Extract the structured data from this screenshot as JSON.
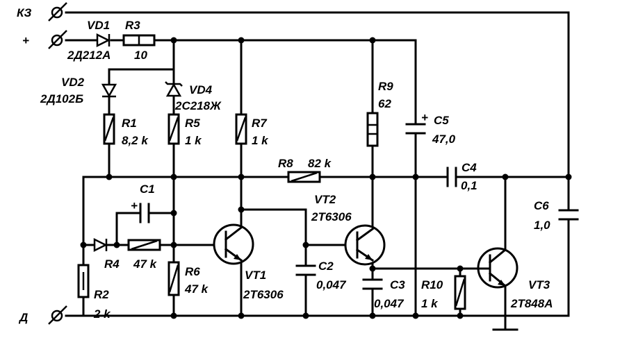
{
  "terminals": {
    "kz": "КЗ",
    "plus": "+",
    "d": "Д"
  },
  "components": {
    "vd1": {
      "ref": "VD1",
      "part": "2Д212А"
    },
    "r3": {
      "ref": "R3",
      "value": "10"
    },
    "vd2": {
      "ref": "VD2",
      "part": "2Д102Б"
    },
    "vd4": {
      "ref": "VD4",
      "part": "2С218Ж"
    },
    "r1": {
      "ref": "R1",
      "value": "8,2 k"
    },
    "r5": {
      "ref": "R5",
      "value": "1 k"
    },
    "r7": {
      "ref": "R7",
      "value": "1 k"
    },
    "r9": {
      "ref": "R9",
      "value": "62"
    },
    "c5": {
      "ref": "C5",
      "value": "47,0",
      "polarity": "+"
    },
    "r8": {
      "ref": "R8",
      "value": "82 k"
    },
    "c4": {
      "ref": "C4",
      "value": "0,1"
    },
    "c1": {
      "ref": "C1",
      "polarity": "+"
    },
    "c6": {
      "ref": "C6",
      "value": "1,0"
    },
    "vt2": {
      "ref": "VT2",
      "part": "2Т6306"
    },
    "r4": {
      "ref": "R4",
      "value": "47 k"
    },
    "vt1": {
      "ref": "VT1",
      "part": "2Т6306"
    },
    "r6": {
      "ref": "R6",
      "value": "47 k"
    },
    "c2": {
      "ref": "C2",
      "value": "0,047"
    },
    "c3": {
      "ref": "C3",
      "value": "0,047"
    },
    "r10": {
      "ref": "R10",
      "value": "1 k"
    },
    "vt3": {
      "ref": "VT3",
      "part": "2Т848А"
    },
    "r2": {
      "ref": "R2",
      "value": "2 k"
    }
  }
}
